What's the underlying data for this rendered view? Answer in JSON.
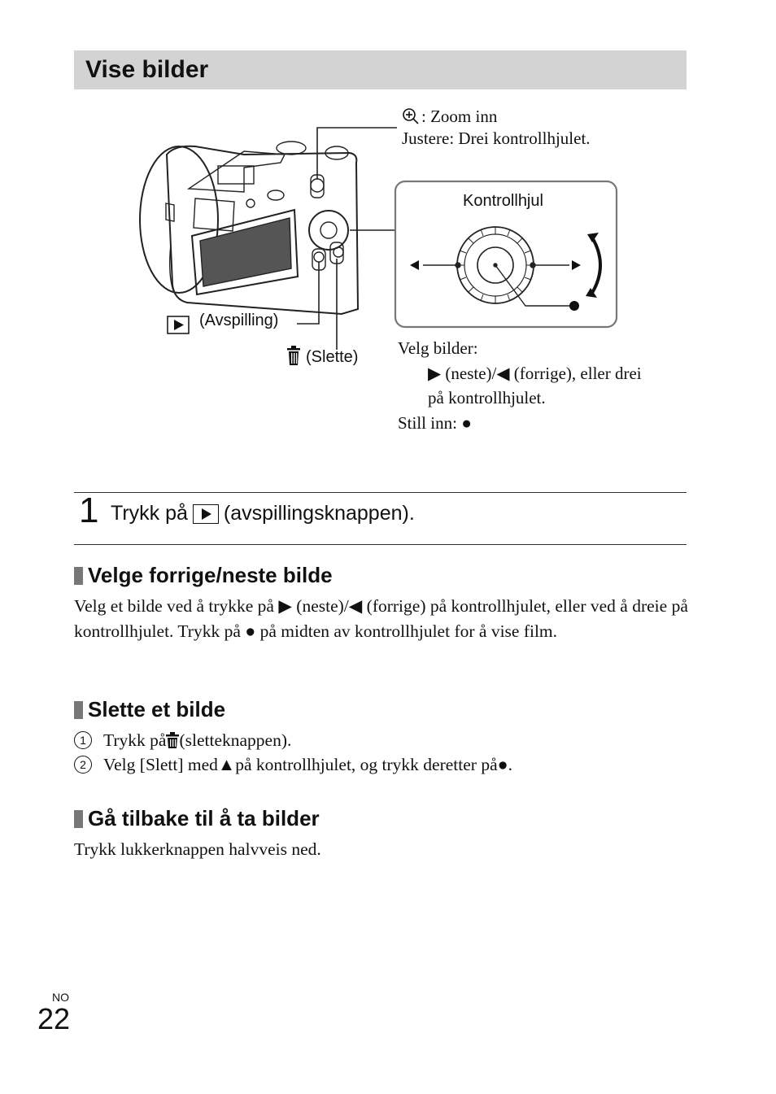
{
  "title": "Vise bilder",
  "figure": {
    "zoom_label": ": Zoom inn",
    "zoom_adjust": "Justere: Drei kontrollhjulet.",
    "wheel_label": "Kontrollhjul",
    "playback_label": "(Avspilling)",
    "delete_label": "(Slette)",
    "select_title": "Velg bilder:",
    "select_line1": " (neste)/",
    "select_line1b": " (forrige), eller drei",
    "select_line2": "på kontrollhjulet.",
    "set_label": "Still inn: "
  },
  "step1": {
    "number": "1",
    "prefix": "Trykk på",
    "suffix": "(avspillingsknappen)."
  },
  "sections": [
    {
      "heading": "Velge forrige/neste bilde",
      "p1": "Velg et bilde ved å trykke på ",
      "p2": " (neste)/",
      "p3": " (forrige) på kontrollhjulet, eller ved å dreie på kontrollhjulet. Trykk på ",
      "p4": " på midten av kontrollhjulet for å vise film."
    },
    {
      "heading": "Slette et bilde",
      "item1_num": "1",
      "item1_a": "Trykk på ",
      "item1_b": " (sletteknappen).",
      "item2_num": "2",
      "item2_a": "Velg [Slett] med ",
      "item2_b": " på kontrollhjulet, og trykk deretter på ",
      "item2_c": "."
    },
    {
      "heading": "Gå tilbake til å ta bilder",
      "body": "Trykk lukkerknappen halvveis ned."
    }
  ],
  "footer": {
    "lang": "NO",
    "page": "22"
  }
}
